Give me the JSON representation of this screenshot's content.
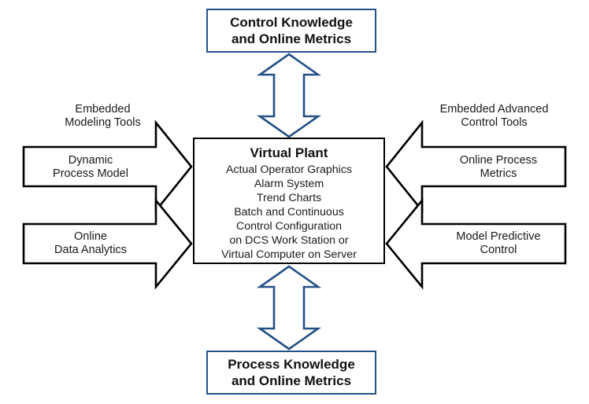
{
  "diagram": {
    "title_top_box": "Control Knowledge\nand Online Metrics",
    "title_bottom_box": "Process Knowledge\nand Online Metrics",
    "center": {
      "title": "Virtual Plant",
      "lines": [
        "Actual Operator Graphics",
        "Alarm System",
        "Trend Charts",
        "Batch and Continuous",
        "Control Configuration",
        "on DCS Work Station or",
        "Virtual Computer on Server"
      ]
    },
    "left_top": {
      "caption": "Embedded\nModeling Tools",
      "arrow_label": "Dynamic\nProcess Model"
    },
    "left_bottom": {
      "caption": "",
      "arrow_label": "Online\nData Analytics"
    },
    "right_top": {
      "caption": "Embedded Advanced\nControl Tools",
      "arrow_label": "Online Process\nMetrics"
    },
    "right_bottom": {
      "caption": "",
      "arrow_label": "Model Predictive\nControl"
    },
    "icons": {
      "vertical_double_arrow_top": "double-headed-vertical-arrow-icon",
      "vertical_double_arrow_bottom": "double-headed-vertical-arrow-icon",
      "left_arrow_top": "right-pointing-block-arrow-icon",
      "left_arrow_bottom": "right-pointing-block-arrow-icon",
      "right_arrow_top": "left-pointing-block-arrow-icon",
      "right_arrow_bottom": "left-pointing-block-arrow-icon"
    },
    "colors": {
      "accent_blue": "#245187",
      "outline_black": "#000000",
      "background": "#ffffff",
      "text": "#1a1a1a"
    }
  }
}
